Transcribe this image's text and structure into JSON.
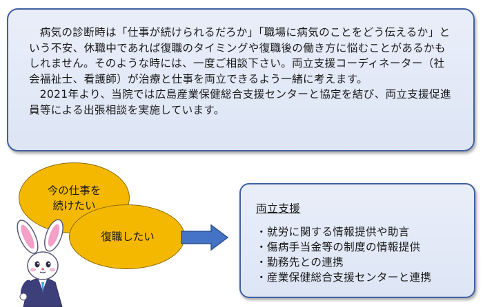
{
  "intro": {
    "paragraph1": "病気の診断時は「仕事が続けられるだろか」「職場に病気のことをどう伝えるか」という不安、休職中であれば復職のタイミングや復職後の働き方に悩むことがあるかもしれません。そのような時には、一度ご相談下さい。両立支援コーディネーター（社会福祉士、看護師）が治療と仕事を両立できるよう一緒に考えます。",
    "paragraph2": "2021年より、当院では広島産業保健総合支援センターと協定を結び、両立支援促進員等による出張相談を実施しています。"
  },
  "bubbles": {
    "continue_work": "今の仕事を\n続けたい",
    "return_to_work": "復職したい"
  },
  "support": {
    "title": "両立支援",
    "items": [
      "・就労に関する情報提供や助言",
      "・傷病手当金等の制度の情報提供",
      "・勤務先との連携",
      "・産業保健総合支援センターと連携"
    ]
  },
  "colors": {
    "box_border": "#3f5f9f",
    "box_fill": "#e4eaf7",
    "bubble_fill": "#f5b800",
    "arrow_fill": "#4472c4"
  },
  "icons": {
    "arrow": "right-arrow-icon",
    "mascot": "rabbit-mascot-icon"
  }
}
